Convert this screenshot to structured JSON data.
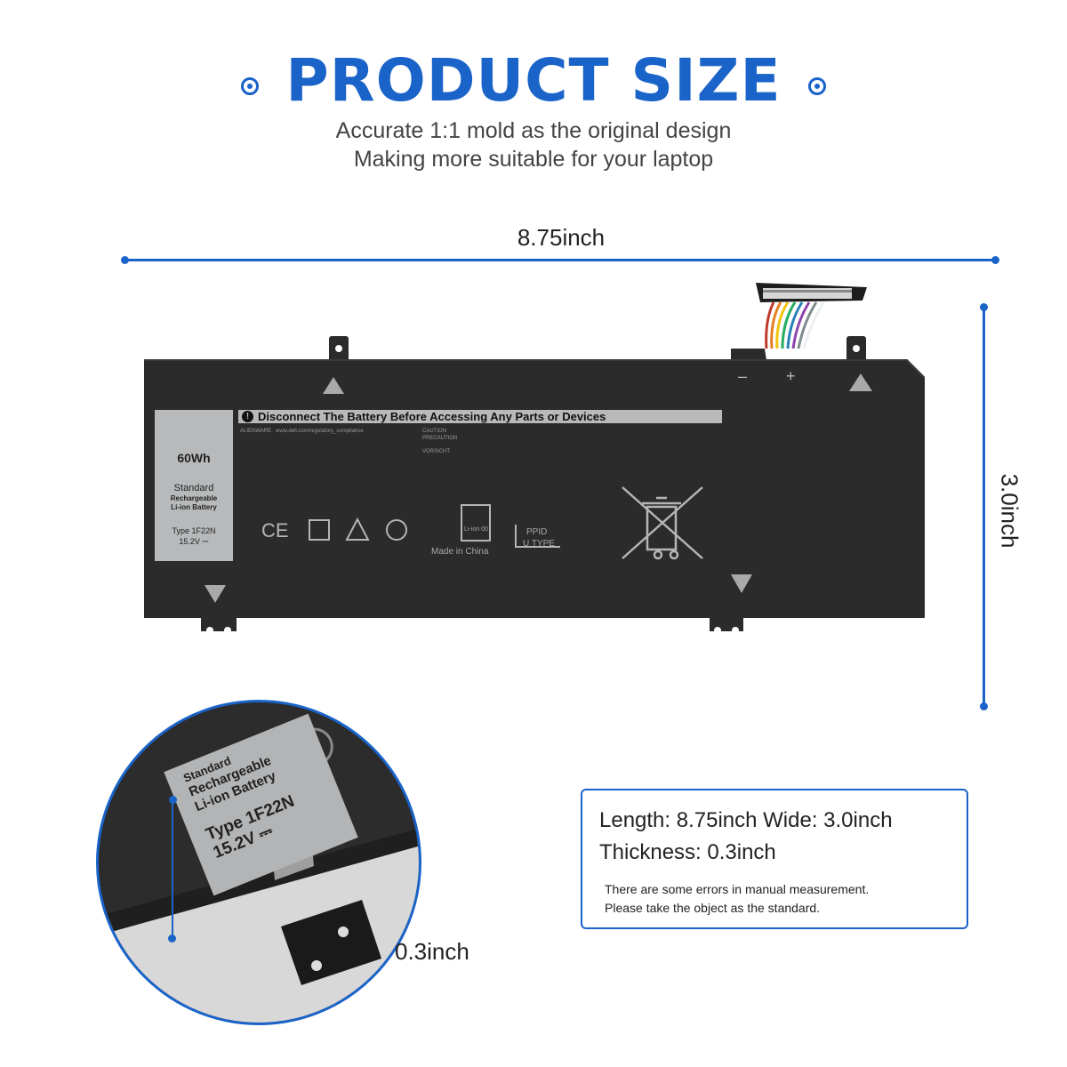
{
  "header": {
    "title": "PRODUCT SIZE",
    "subtitle_line1": "Accurate 1:1 mold as the original design",
    "subtitle_line2": "Making more suitable for your laptop"
  },
  "dimensions": {
    "length_label": "8.75inch",
    "width_label": "3.0inch",
    "thickness_label": "0.3inch"
  },
  "battery": {
    "capacity": "60Wh",
    "standard": "Standard",
    "rechargeable": "Rechargeable",
    "chemistry": "Li-ion Battery",
    "type": "Type 1F22N",
    "voltage": "15.2V ⎓",
    "warning": "Disconnect The Battery Before Accessing Any Parts or Devices",
    "brand": "ALIENWARE",
    "regulatory_url": "www.dell.com/regulatory_compliance",
    "caution_heading": "CAUTION",
    "precaution_heading": "PRECAUTION",
    "vorsicht_heading": "VORSICHT",
    "made_in": "Made in China",
    "ppid": "PPID",
    "u_type": "U TYPE",
    "recycle_label": "Li-ion 00",
    "minus": "–",
    "plus": "+",
    "ce_mark": "CE"
  },
  "zoom": {
    "line1": "Standard",
    "line2": "Rechargeable",
    "line3": "Li-ion Battery",
    "line4": "Type 1F22N",
    "line5": "15.2V ⎓"
  },
  "info": {
    "line1": "Length: 8.75inch Wide: 3.0inch",
    "line2": "Thickness: 0.3inch",
    "note1": "There are some errors in manual measurement.",
    "note2": "Please take the object as the standard."
  },
  "colors": {
    "accent": "#1a63c9",
    "battery_body": "#2b2b2b",
    "label_gray": "#b7b9bb"
  }
}
